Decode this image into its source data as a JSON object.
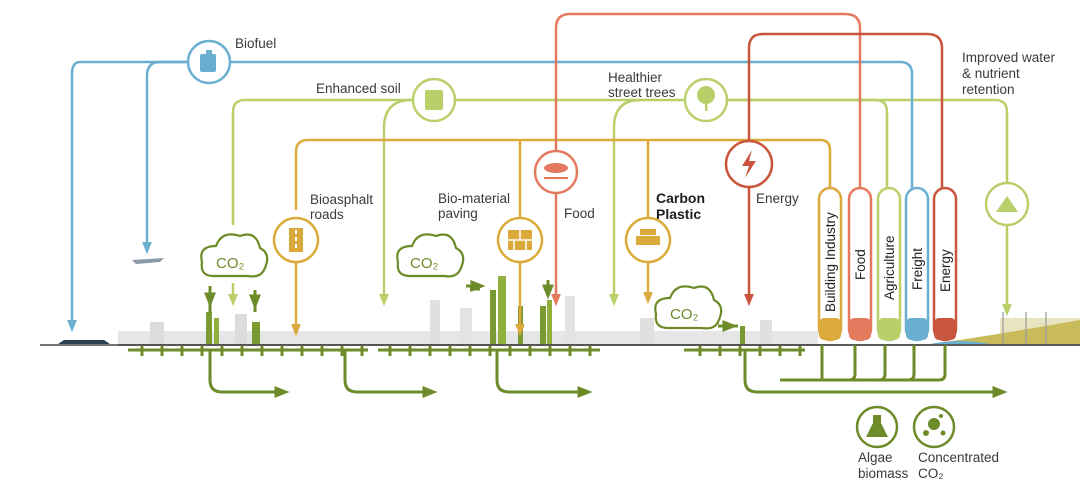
{
  "labels": {
    "biofuel": "Biofuel",
    "enhanced_soil": "Enhanced soil",
    "healthier_trees_1": "Healthier",
    "healthier_trees_2": "street trees",
    "improved_water_1": "Improved water",
    "improved_water_2": "& nutrient",
    "improved_water_3": "retention",
    "bioasphalt_1": "Bioasphalt",
    "bioasphalt_2": "roads",
    "biomaterial_1": "Bio-material",
    "biomaterial_2": "paving",
    "food": "Food",
    "carbon_1": "Carbon",
    "carbon_2": "Plastic",
    "energy": "Energy",
    "co2_left": "CO₂",
    "co2_mid": "CO₂",
    "co2_right": "CO₂",
    "algae_1": "Algae",
    "algae_2": "biomass",
    "concentrated_1": "Concentrated",
    "concentrated_2": "CO₂"
  },
  "sectors": [
    "Building Industry",
    "Food",
    "Agriculture",
    "Freight",
    "Energy"
  ],
  "colors": {
    "blue": "#6aaed0",
    "light_green": "#b9cf6a",
    "olive": "#6e8b2a",
    "orange_yellow": "#dcaa3c",
    "salmon": "#e37a5e",
    "red": "#c8553c",
    "ground": "#222222"
  },
  "icons": {
    "biofuel": "fuel-can-icon",
    "enhanced_soil": "soil-bag-icon",
    "healthier_trees": "tree-icon",
    "improved_water": "water-drop-icon",
    "bioasphalt": "road-icon",
    "biomaterial": "brick-icon",
    "food": "food-icon",
    "carbon_plastic": "plastic-sheet-icon",
    "energy": "lightning-icon",
    "algae_biomass": "flask-icon",
    "concentrated_co2": "co2-bubbles-icon"
  }
}
